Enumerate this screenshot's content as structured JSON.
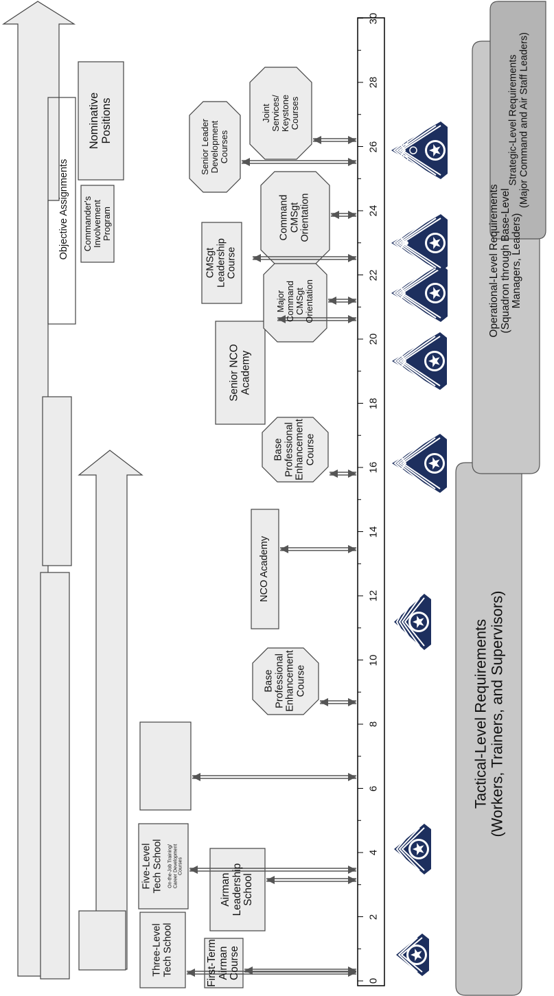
{
  "timeline": {
    "axis_ticks": [
      "0",
      "2",
      "4",
      "6",
      "8",
      "10",
      "12",
      "14",
      "16",
      "18",
      "20",
      "22",
      "24",
      "26",
      "28",
      "30"
    ]
  },
  "levels": {
    "tactical": "Tactical-Level Requirements\n(Workers, Trainers, and Supervisors)",
    "operational": "Operational-Level Requirements\n(Squadron through Base-Level\nManagers, Leaders)",
    "strategic": "Strategic-Level Requirements\n(Major Command and Air Staff Leaders)"
  },
  "tracks": {
    "objective_assignments": "Objective Assignments",
    "nominative_positions": "Nominative\nPositions",
    "commanders_involvement": "Commander's\nInvolvement Program"
  },
  "courses": {
    "first_term": "First-Term\nAirman\nCourse",
    "three_level": "Three-Level\nTech School",
    "five_level": "Five-Level\nTech School",
    "five_level_sub": "On-the-Job Training/\nCareer Development\nCourses",
    "airman_leadership": "Airman\nLeadership\nSchool",
    "base_pec_1": "Base\nProfessional\nEnhancement\nCourse",
    "nco_academy": "NCO Academy",
    "base_pec_2": "Base\nProfessional\nEnhancement\nCourse",
    "senior_nco_academy": "Senior NCO\nAcademy",
    "major_command_cmsgt": "Major\nCommand\nCMSgt\nOrientation",
    "cmsgt_leadership": "CMSgt\nLeadership\nCourse",
    "command_cmsgt": "Command\nCMSgt\nOrientation",
    "senior_leader_dev": "Senior Leader\nDevelopment\nCourses",
    "joint_services": "Joint\nServices/\nKeystone\nCourses"
  },
  "ranks": [
    "senior-airman-insignia",
    "staff-sergeant-insignia",
    "technical-sergeant-insignia",
    "master-sergeant-insignia",
    "senior-master-sergeant-insignia",
    "chief-master-sergeant-insignia",
    "command-chief-master-sergeant-insignia",
    "chief-master-sergeant-of-the-air-force-insignia"
  ],
  "colors": {
    "box_fill": "#e8e8e8",
    "level_fill": "#c8c8c8",
    "navy": "#1d2f5e",
    "arrow": "#555555"
  }
}
